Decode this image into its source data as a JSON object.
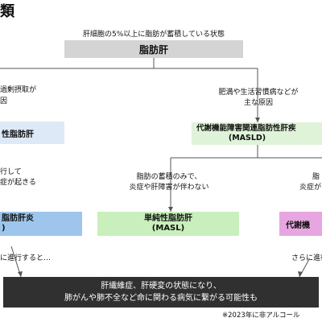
{
  "header": {
    "title_fragment": "類"
  },
  "top": {
    "caption": "肝細胞の5%以上に脂肪が蓄積している状態",
    "root_label": "脂肪肝"
  },
  "left_branch": {
    "cause_line1": "過剰摂取が",
    "cause_line2": "因",
    "category_label": "性脂肪肝",
    "condition_line1": "行して",
    "condition_line2": "症が起きる",
    "subtype_label": "脂肪肝炎",
    "subtype_sub": ")"
  },
  "right_branch": {
    "cause_line1": "肥満や生活習慣病などが",
    "cause_line2": "主な原因",
    "category_label": "代謝機能障害関連脂肪性肝疾",
    "category_abbr": "(MASLD)"
  },
  "masld_split": {
    "mild_note_line1": "脂肪の蓄積のみで、",
    "mild_note_line2": "炎症や肝障害が伴わない",
    "mild_label": "単純性脂肪肝",
    "mild_abbr": "(MASL)",
    "severe_note_line1": "脂",
    "severe_note_line2": "炎症が",
    "severe_label": "代謝機"
  },
  "progression": {
    "left_note": "に進行すると…",
    "right_note": "さらに進行",
    "outcome_line1": "肝繊維症、肝硬変の状態になり、",
    "outcome_line2": "肺がんや肺不全など命に関わる病気に繋がる可能性も"
  },
  "footnote": "※2023年に非アルコール",
  "colors": {
    "root_box": "#d4d4d4",
    "left_category_box": "#dde9f6",
    "masld_box": "#dff3d8",
    "masl_box": "#c9efbc",
    "left_subtype_box": "#9ec6ec",
    "right_subtype_box": "#e7a6e0",
    "outcome_box": "#303030",
    "line": "#555555"
  }
}
